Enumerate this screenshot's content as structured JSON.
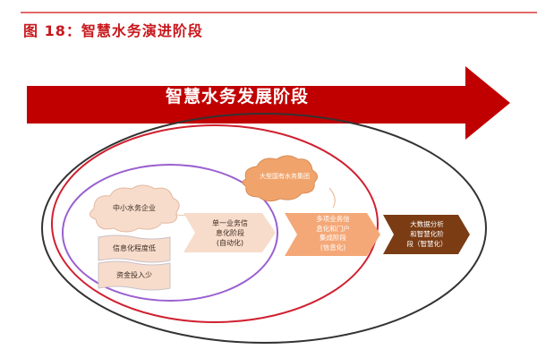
{
  "figure": {
    "title": "图 18：智慧水务演进阶段"
  },
  "arrow": {
    "label": "智慧水务发展阶段",
    "color": "#c00000"
  },
  "ellipses": {
    "outer_color": "#333333",
    "middle_color": "#d02030",
    "inner_color": "#9a60d0"
  },
  "clouds": {
    "small_enterprise": "中小水务企业",
    "large_group": "大型国有水务集团"
  },
  "notes": [
    {
      "label": "信息化程度低"
    },
    {
      "label": "资金投入少"
    }
  ],
  "stages": [
    {
      "line1": "单一业务信",
      "line2": "息化阶段",
      "line3": "(自动化)",
      "color": "#f8dccb"
    },
    {
      "line1": "多项业务信",
      "line2": "息化和门户",
      "line3": "集成阶段",
      "line4": "(信息化)",
      "color": "#f4a877"
    },
    {
      "line1": "大数据分析",
      "line2": "和智慧化阶",
      "line3": "段（智慧化）",
      "color": "#7b3c14"
    }
  ],
  "colors": {
    "title": "#c8171c",
    "cloud_light": "#f8dccb",
    "cloud_orange": "#f0a46c"
  }
}
